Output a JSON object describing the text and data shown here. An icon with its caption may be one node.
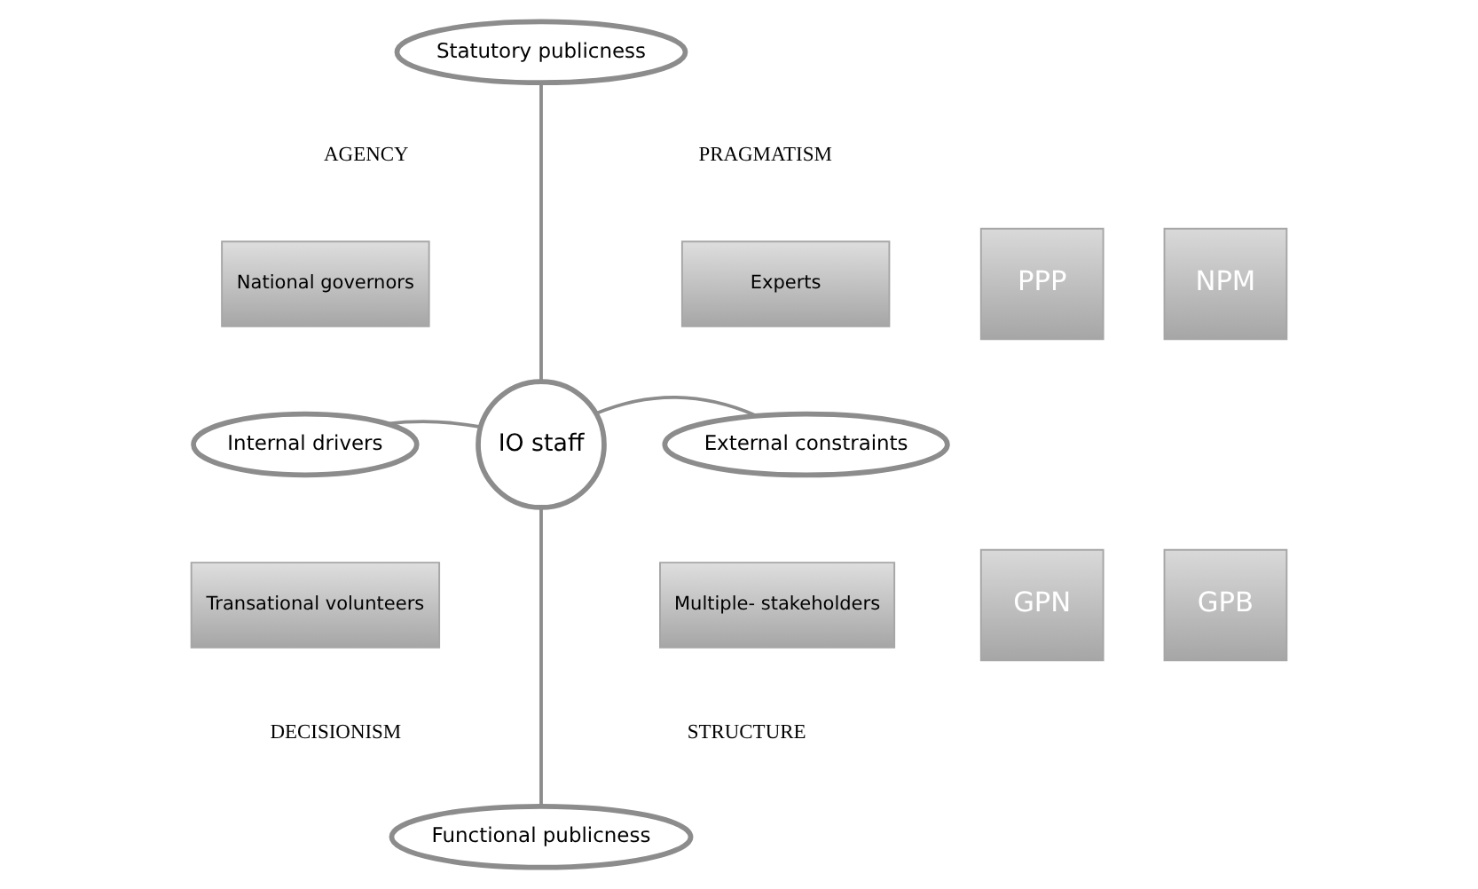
{
  "diagram": {
    "nodes": [
      {
        "text": [
          "Statutory publicness"
        ]
      },
      {
        "text": [
          "National governors"
        ]
      },
      {
        "text": [
          "NPM"
        ]
      },
      {
        "text": [
          "PPP"
        ]
      },
      {
        "text": [
          "Experts"
        ]
      },
      {
        "text": [
          "Internal drivers"
        ]
      },
      {
        "text": [
          "IO staff"
        ]
      },
      {
        "text": [
          "External constraints"
        ]
      },
      {
        "text": [
          "Transational volunteers"
        ]
      },
      {
        "text": [
          "GPB"
        ]
      },
      {
        "text": [
          "GPN"
        ]
      },
      {
        "text": [
          "Multiple- stakeholders"
        ]
      },
      {
        "text": [
          "Functional publicness"
        ]
      }
    ],
    "edges": [
      {
        "from": 6,
        "to": 0,
        "arrow": "none"
      },
      {
        "from": 5,
        "to": 6,
        "arrow": "none"
      },
      {
        "from": 6,
        "to": 7,
        "arrow": "none"
      },
      {
        "from": 6,
        "to": 12,
        "arrow": "none"
      }
    ],
    "labels": [
      "AGENCY",
      "PRAGMATISM",
      "DECISIONISM",
      "STRUCTURE"
    ]
  }
}
